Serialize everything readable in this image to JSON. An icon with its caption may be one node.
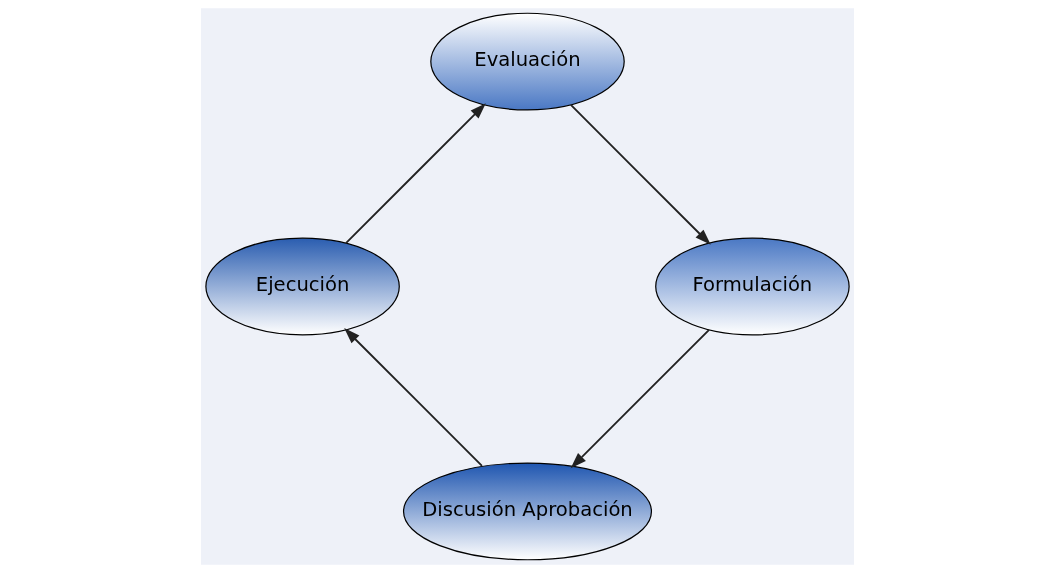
{
  "diagram": {
    "nodes": [
      {
        "text": [
          "Discusión Aprobación"
        ]
      },
      {
        "text": [
          "Ejecución"
        ]
      },
      {
        "text": [
          "Evaluación"
        ]
      },
      {
        "text": [
          "Formulación"
        ]
      }
    ],
    "edges": [
      {
        "from": 3,
        "to": 0,
        "arrow": "to"
      },
      {
        "from": 0,
        "to": 1,
        "arrow": "to"
      },
      {
        "from": 1,
        "to": 2,
        "arrow": "to"
      },
      {
        "from": 2,
        "to": 3,
        "arrow": "to"
      }
    ]
  }
}
